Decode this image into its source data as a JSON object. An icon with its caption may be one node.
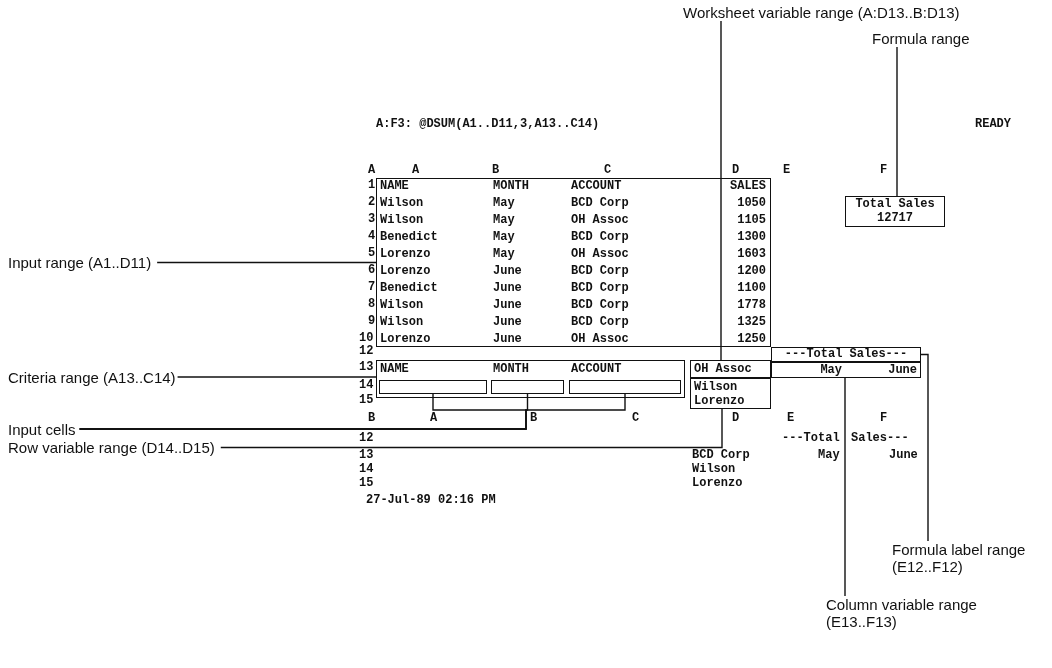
{
  "diagram": {
    "nodes": [
      {
        "text": [
          "Worksheet variable range (A:D13..B:D13)"
        ]
      },
      {
        "text": [
          "Formula range"
        ]
      },
      {
        "text": [
          "Input range (A1..D11)"
        ]
      },
      {
        "text": [
          "Criteria range (A13..C14)"
        ]
      },
      {
        "text": [
          "Input cells"
        ]
      },
      {
        "text": [
          "Row variable range (D14..D15)"
        ]
      },
      {
        "text": [
          "Formula label range (E12..F12)"
        ]
      },
      {
        "text": [
          "Column variable range (E13..F13)"
        ]
      },
      {
        "text": [
          "NAME",
          "MONTH",
          "ACCOUNT",
          "SALES",
          "Wilson",
          "May",
          "BCD Corp",
          "1050",
          "Wilson",
          "May",
          "OH Assoc",
          "1105",
          "Benedict",
          "May",
          "BCD Corp",
          "1300",
          "Lorenzo",
          "May",
          "OH Assoc",
          "1603",
          "Lorenzo",
          "June",
          "BCD Corp",
          "1200",
          "Benedict",
          "June",
          "BCD Corp",
          "1100",
          "Wilson",
          "June",
          "BCD Corp",
          "1778",
          "Wilson",
          "June",
          "BCD Corp",
          "1325",
          "Lorenzo",
          "June",
          "OH Assoc",
          "1250"
        ]
      },
      {
        "text": [
          "NAME",
          "MONTH",
          "ACCOUNT"
        ]
      },
      {
        "text": [],
        "shape": "box",
        "in": 9
      },
      {
        "text": [],
        "shape": "box",
        "in": 9
      },
      {
        "text": [],
        "shape": "box",
        "in": 9
      },
      {
        "text": [
          "OH Assoc"
        ]
      },
      {
        "text": [
          "Wilson",
          "Lorenzo"
        ]
      },
      {
        "text": [
          "Total Sales",
          "12717"
        ]
      },
      {
        "text": [
          "---Total Sales---"
        ]
      },
      {
        "text": [
          "May",
          "June"
        ]
      }
    ],
    "edges": [
      {
        "from": 0,
        "to": 13,
        "arrow": "none"
      },
      {
        "from": 1,
        "to": 15,
        "arrow": "none"
      },
      {
        "from": 2,
        "to": 8,
        "arrow": "none"
      },
      {
        "from": 3,
        "to": 9,
        "arrow": "none"
      },
      {
        "from": 4,
        "to": 10,
        "arrow": "none"
      },
      {
        "from": 4,
        "to": 11,
        "arrow": "none"
      },
      {
        "from": 4,
        "to": 12,
        "arrow": "none"
      },
      {
        "from": 5,
        "to": 14,
        "arrow": "none"
      },
      {
        "from": 6,
        "to": 16,
        "arrow": "none"
      },
      {
        "from": 7,
        "to": 17,
        "arrow": "none"
      }
    ],
    "labels": [
      "A:F3: @DSUM(A1..D11,3,A13..C14)",
      "READY",
      "A",
      "A",
      "B",
      "C",
      "D",
      "E",
      "F",
      "1",
      "2",
      "3",
      "4",
      "5",
      "6",
      "7",
      "8",
      "9",
      "10",
      "12",
      "13",
      "14",
      "15",
      "B",
      "A",
      "B",
      "C",
      "D",
      "E",
      "F",
      "12",
      "---Total",
      "Sales---",
      "13",
      "BCD Corp",
      "May",
      "June",
      "14",
      "Wilson",
      "15",
      "Lorenzo",
      "27-Jul-89 02:16 PM"
    ]
  }
}
